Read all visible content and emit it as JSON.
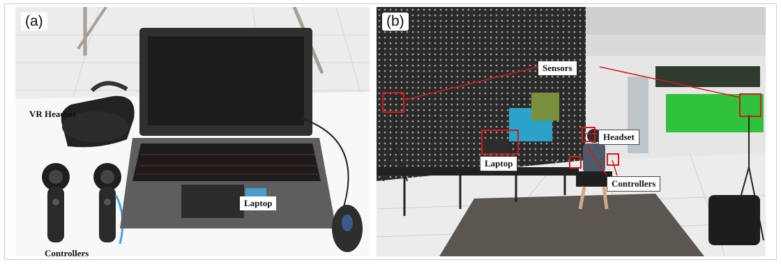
{
  "panel_a": {
    "letter": "(a)",
    "labels": {
      "headset": "VR Headset",
      "controllers": "Controllers",
      "laptop": "Laptop"
    }
  },
  "panel_b": {
    "letter": "(b)",
    "labels": {
      "sensors": "Sensors",
      "headset": "Headset",
      "laptop": "Laptop",
      "controllers": "Controllers"
    }
  },
  "colors": {
    "annotation_red": "#d6191b"
  }
}
